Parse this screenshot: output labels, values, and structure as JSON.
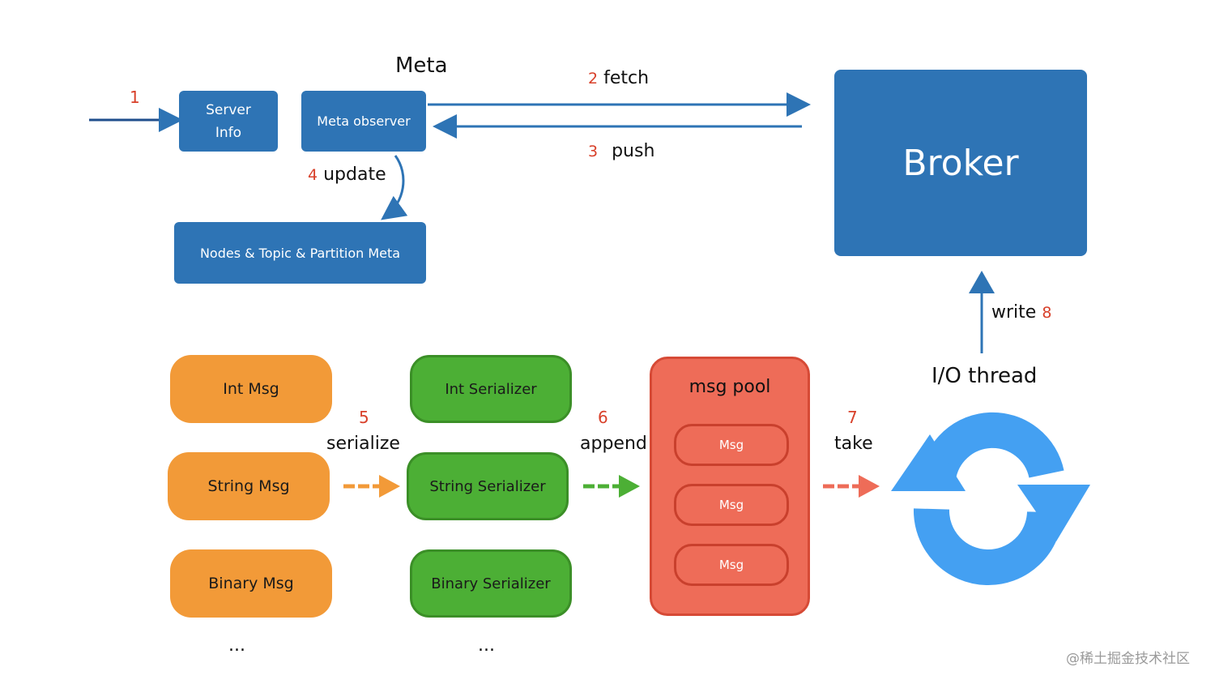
{
  "meta": {
    "title": "Meta",
    "step1": "1",
    "server_info_line1": "Server",
    "server_info_line2": "Info",
    "meta_observer": "Meta observer",
    "nodes_meta": "Nodes & Topic & Partition Meta",
    "fetch_num": "2",
    "fetch": "fetch",
    "push_num": "3",
    "push": "push",
    "update_num": "4",
    "update": "update"
  },
  "broker": {
    "label": "Broker"
  },
  "messages": {
    "items": [
      "Int Msg",
      "String Msg",
      "Binary Msg"
    ],
    "ellipsis": "..."
  },
  "serializers": {
    "items": [
      "Int Serializer",
      "String Serializer",
      "Binary Serializer"
    ],
    "ellipsis": "..."
  },
  "flow": {
    "serialize_num": "5",
    "serialize": "serialize",
    "append_num": "6",
    "append": "append",
    "take_num": "7",
    "take": "take",
    "write": "write",
    "write_num": "8"
  },
  "pool": {
    "title": "msg pool",
    "items": [
      "Msg",
      "Msg",
      "Msg"
    ]
  },
  "io": {
    "label": "I/O thread"
  },
  "watermark": "@稀土掘金技术社区",
  "colors": {
    "blue": "#2e74b5",
    "orange": "#f29a38",
    "green": "#4caf35",
    "red": "#ee6c58",
    "cycle": "#44a0f2",
    "step_number": "#d8402a"
  }
}
